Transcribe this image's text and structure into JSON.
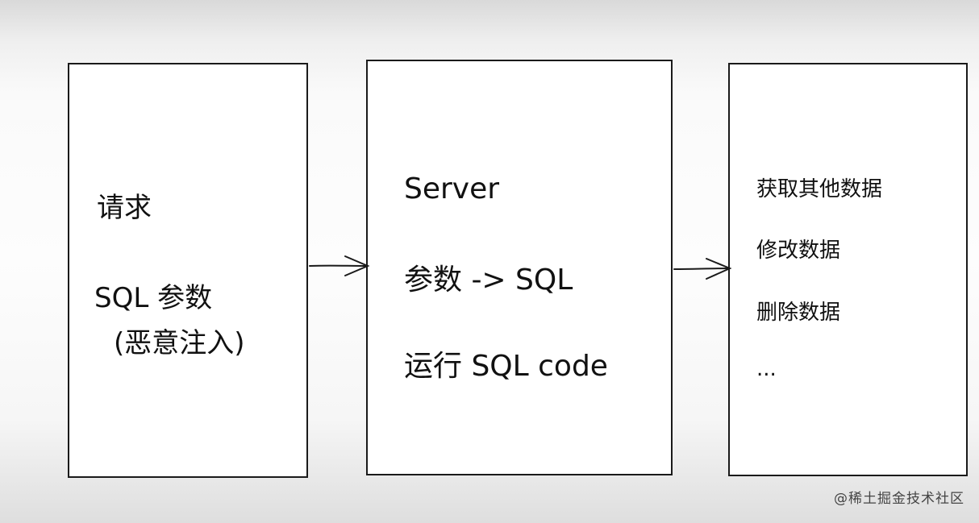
{
  "box1": {
    "line1": "请求",
    "line2": "SQL 参数",
    "line3": "(恶意注入)"
  },
  "box2": {
    "line1": "Server",
    "line2": "参数 -> SQL",
    "line3": "运行 SQL code"
  },
  "box3": {
    "line1": "获取其他数据",
    "line2": "修改数据",
    "line3": "删除数据",
    "line4": "..."
  },
  "watermark": "@稀土掘金技术社区"
}
